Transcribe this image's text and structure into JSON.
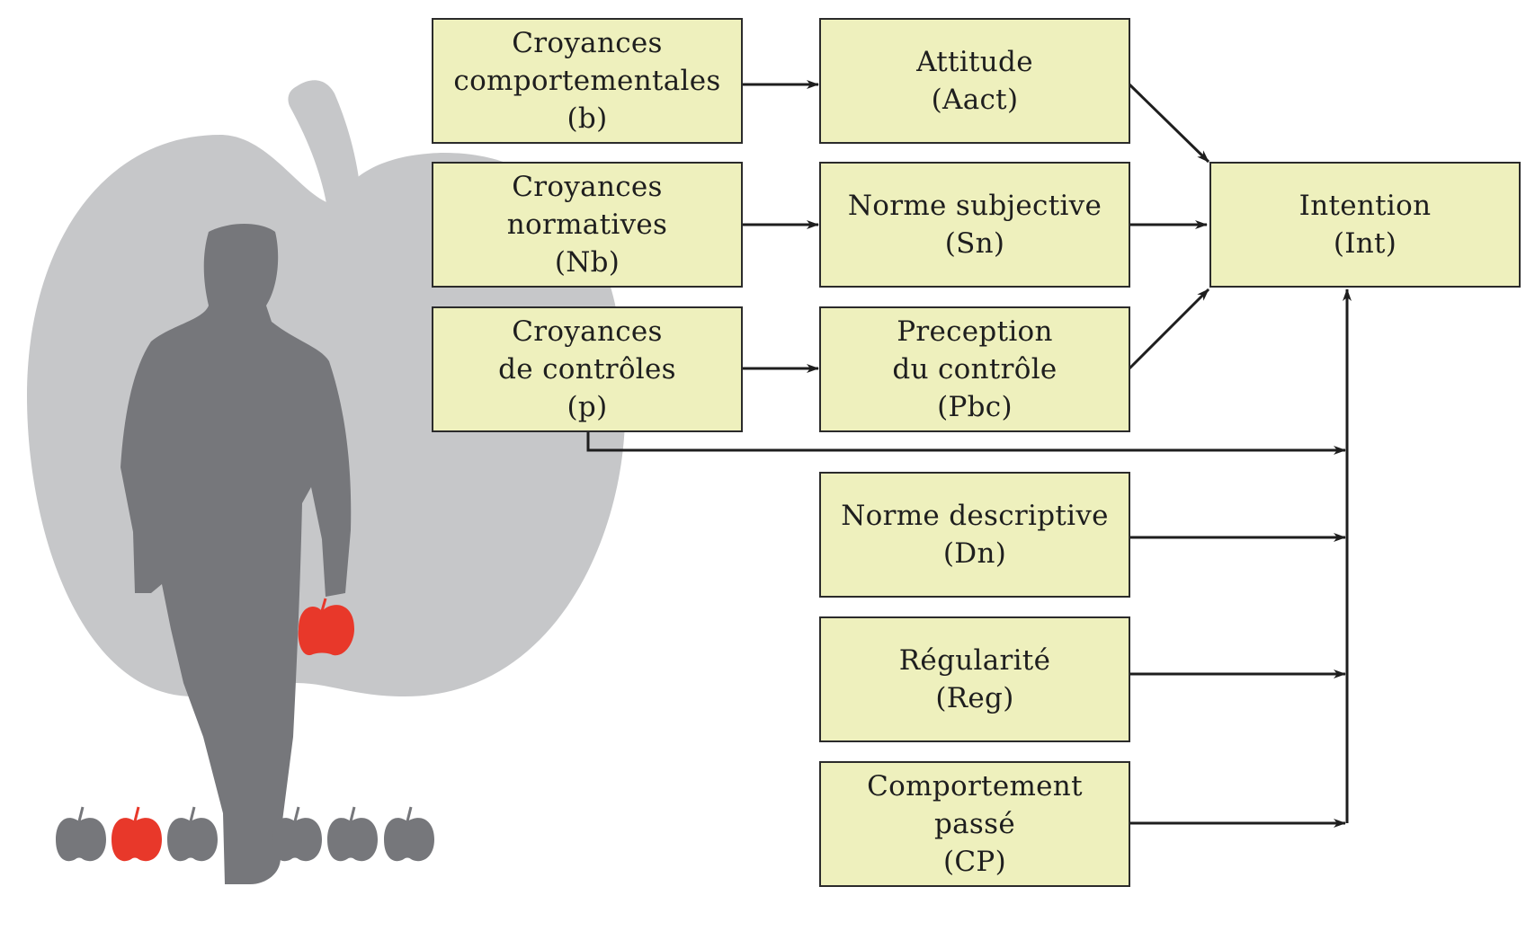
{
  "colors": {
    "box_fill": "#eef0bd",
    "box_border": "#2b2b2b",
    "arrow": "#1e1e1e",
    "big_apple": "#c6c7c9",
    "silhouette": "#76777b",
    "red_apple": "#e8382a",
    "gray_apple": "#76777b"
  },
  "icons": {
    "background": "big-apple-icon",
    "figure": "person-silhouette-icon",
    "held": "red-apple-icon",
    "row": [
      "gray-apple-icon",
      "red-apple-icon",
      "gray-apple-icon",
      "gray-apple-icon",
      "gray-apple-icon",
      "gray-apple-icon"
    ]
  },
  "nodes": {
    "behavioral_beliefs": {
      "lines": [
        "Croyances",
        "comportementales",
        "(b)"
      ]
    },
    "normative_beliefs": {
      "lines": [
        "Croyances",
        "normatives",
        "(Nb)"
      ]
    },
    "control_beliefs": {
      "lines": [
        "Croyances",
        "de contrôles",
        "(p)"
      ]
    },
    "attitude": {
      "lines": [
        "Attitude",
        "(Aact)"
      ]
    },
    "subjective_norm": {
      "lines": [
        "Norme subjective",
        "(Sn)"
      ]
    },
    "perceived_control": {
      "lines": [
        "Preception",
        "du contrôle",
        "(Pbc)"
      ]
    },
    "intention": {
      "lines": [
        "Intention",
        "(Int)"
      ]
    },
    "descriptive_norm": {
      "lines": [
        "Norme descriptive",
        "(Dn)"
      ]
    },
    "regularity": {
      "lines": [
        "Régularité",
        "(Reg)"
      ]
    },
    "past_behavior": {
      "lines": [
        "Comportement",
        "passé",
        "(CP)"
      ]
    }
  },
  "edges": [
    {
      "from": "behavioral_beliefs",
      "to": "attitude"
    },
    {
      "from": "normative_beliefs",
      "to": "subjective_norm"
    },
    {
      "from": "control_beliefs",
      "to": "perceived_control"
    },
    {
      "from": "attitude",
      "to": "intention"
    },
    {
      "from": "subjective_norm",
      "to": "intention"
    },
    {
      "from": "perceived_control",
      "to": "intention"
    },
    {
      "from": "control_beliefs",
      "to": "intention"
    },
    {
      "from": "descriptive_norm",
      "to": "intention"
    },
    {
      "from": "regularity",
      "to": "intention"
    },
    {
      "from": "past_behavior",
      "to": "intention"
    }
  ]
}
